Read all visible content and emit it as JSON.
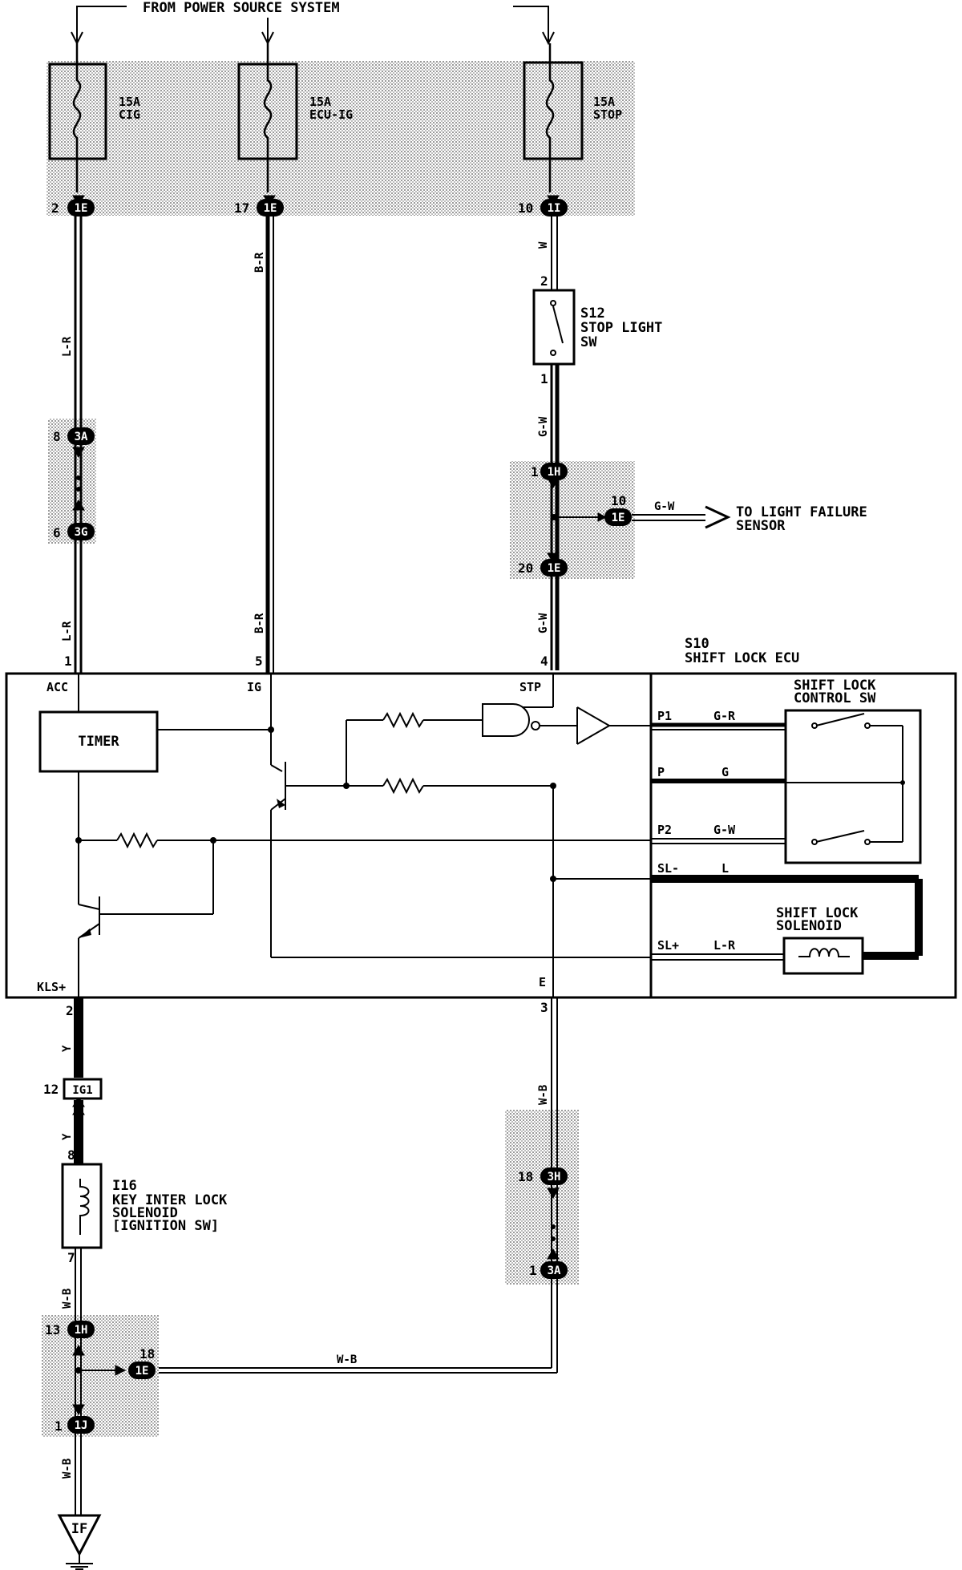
{
  "header": {
    "power_source": "FROM POWER SOURCE SYSTEM"
  },
  "fuses": [
    {
      "rating": "15A",
      "name": "CIG"
    },
    {
      "rating": "15A",
      "name": "ECU-IG"
    },
    {
      "rating": "15A",
      "name": "STOP"
    }
  ],
  "connectors": {
    "c1": {
      "pin": "2",
      "code": "1E"
    },
    "c2": {
      "pin": "17",
      "code": "1E"
    },
    "c3": {
      "pin": "10",
      "code": "1I"
    },
    "c4": {
      "pin": "8",
      "code": "3A"
    },
    "c5": {
      "pin": "6",
      "code": "3G"
    },
    "c6": {
      "pin": "1",
      "code": "1H"
    },
    "c7": {
      "pin": "10",
      "code": "1E"
    },
    "c8": {
      "pin": "20",
      "code": "1E"
    },
    "c9": {
      "pin": "12",
      "code": "IG1"
    },
    "c10": {
      "pin": "18",
      "code": "3H"
    },
    "c11": {
      "pin": "1",
      "code": "3A"
    },
    "c12": {
      "pin": "13",
      "code": "1H"
    },
    "c13": {
      "pin": "18",
      "code": "1E"
    },
    "c14": {
      "pin": "1",
      "code": "1J"
    }
  },
  "wires": {
    "w_cig_top": "L-R",
    "w_cig_bottom": "L-R",
    "w_ecu_top": "B-R",
    "w_ecu_bottom": "B-R",
    "w_stop_top": "W",
    "w_stop_sw_out": "G-W",
    "w_light_failure": "G-W",
    "w_stp_in": "G-W",
    "w_kls": "Y",
    "w_kls_lower": "Y",
    "w_e_out": "W-B",
    "w_sol_out": "W-B",
    "w_ground_link": "W-B",
    "w_ground": "W-B"
  },
  "stop_switch": {
    "id": "S12",
    "line1": "STOP LIGHT",
    "line2": "SW",
    "pin_top": "2",
    "pin_bottom": "1"
  },
  "light_failure": {
    "line1": "TO LIGHT FAILURE",
    "line2": "SENSOR"
  },
  "ecu": {
    "id": "S10",
    "name": "SHIFT LOCK ECU",
    "pins": {
      "acc_num": "1",
      "ig_num": "5",
      "stp_num": "4",
      "kls_num": "2",
      "e_num": "3"
    },
    "terminals": {
      "acc": "ACC",
      "ig": "IG",
      "stp": "STP",
      "kls": "KLS+",
      "e": "E"
    },
    "timer": "TIMER"
  },
  "control_sw": {
    "title1": "SHIFT LOCK",
    "title2": "CONTROL SW",
    "rows": [
      {
        "term": "P1",
        "wire": "G-R"
      },
      {
        "term": "P",
        "wire": "G"
      },
      {
        "term": "P2",
        "wire": "G-W"
      },
      {
        "term": "SL-",
        "wire": "L"
      },
      {
        "term": "SL+",
        "wire": "L-R"
      }
    ]
  },
  "solenoid": {
    "title1": "SHIFT LOCK",
    "title2": "SOLENOID"
  },
  "key_lock": {
    "id": "I16",
    "line1": "KEY INTER LOCK",
    "line2": "SOLENOID",
    "line3": "[IGNITION SW]",
    "pin_top": "8",
    "pin_bottom": "7"
  },
  "ground": {
    "code": "IF"
  }
}
